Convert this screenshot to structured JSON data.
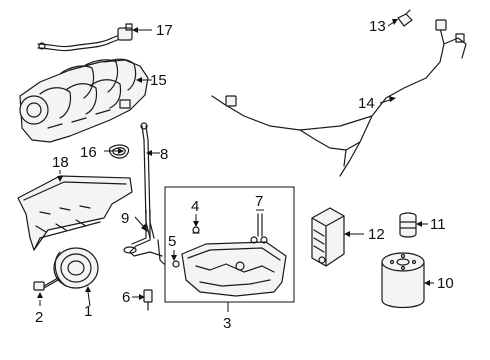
{
  "diagram": {
    "callouts": [
      {
        "id": "callout-1",
        "number": "1"
      },
      {
        "id": "callout-2",
        "number": "2"
      },
      {
        "id": "callout-3",
        "number": "3"
      },
      {
        "id": "callout-4",
        "number": "4"
      },
      {
        "id": "callout-5",
        "number": "5"
      },
      {
        "id": "callout-6",
        "number": "6"
      },
      {
        "id": "callout-7",
        "number": "7"
      },
      {
        "id": "callout-8",
        "number": "8"
      },
      {
        "id": "callout-9",
        "number": "9"
      },
      {
        "id": "callout-10",
        "number": "10"
      },
      {
        "id": "callout-11",
        "number": "11"
      },
      {
        "id": "callout-12",
        "number": "12"
      },
      {
        "id": "callout-13",
        "number": "13"
      },
      {
        "id": "callout-14",
        "number": "14"
      },
      {
        "id": "callout-15",
        "number": "15"
      },
      {
        "id": "callout-16",
        "number": "16"
      },
      {
        "id": "callout-17",
        "number": "17"
      },
      {
        "id": "callout-18",
        "number": "18"
      }
    ]
  }
}
